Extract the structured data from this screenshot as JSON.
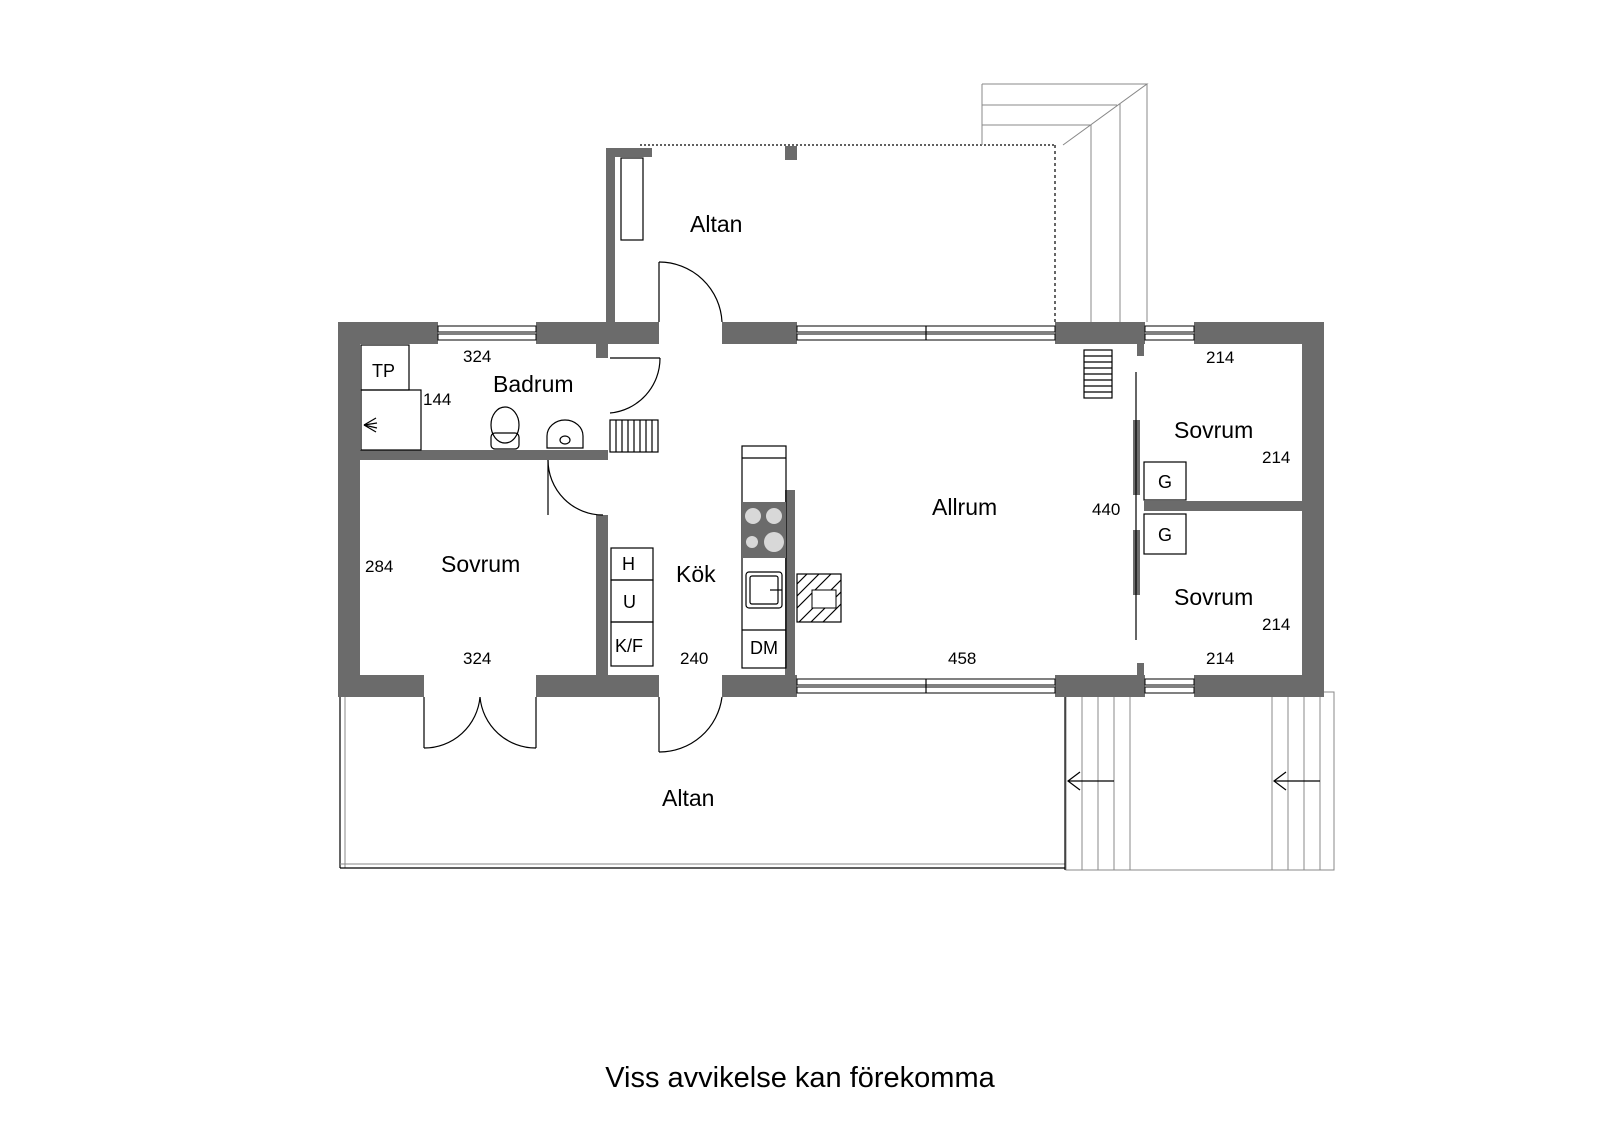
{
  "rooms": {
    "altan_top": "Altan",
    "badrum": "Badrum",
    "sovrum_left": "Sovrum",
    "kok": "Kök",
    "allrum": "Allrum",
    "sovrum_right_top": "Sovrum",
    "sovrum_right_bottom": "Sovrum",
    "altan_bottom": "Altan"
  },
  "dimensions": {
    "badrum_width": "324",
    "badrum_depth": "144",
    "sovrum_left_depth": "284",
    "sovrum_left_width": "324",
    "kok_width": "240",
    "allrum_width": "458",
    "allrum_depth": "440",
    "sovrum_rt_width": "214",
    "sovrum_rt_depth": "214",
    "sovrum_rb_depth": "214",
    "sovrum_rb_width": "214"
  },
  "fixtures": {
    "tp": "TP",
    "h": "H",
    "u": "U",
    "kf": "K/F",
    "dm": "DM",
    "g_top": "G",
    "g_bottom": "G"
  },
  "caption": "Viss avvikelse kan förekomma",
  "colors": {
    "wall": "#6b6b6b",
    "line": "#000000",
    "stove_panel": "#6b6b6b",
    "burner": "#d8d8d8"
  }
}
